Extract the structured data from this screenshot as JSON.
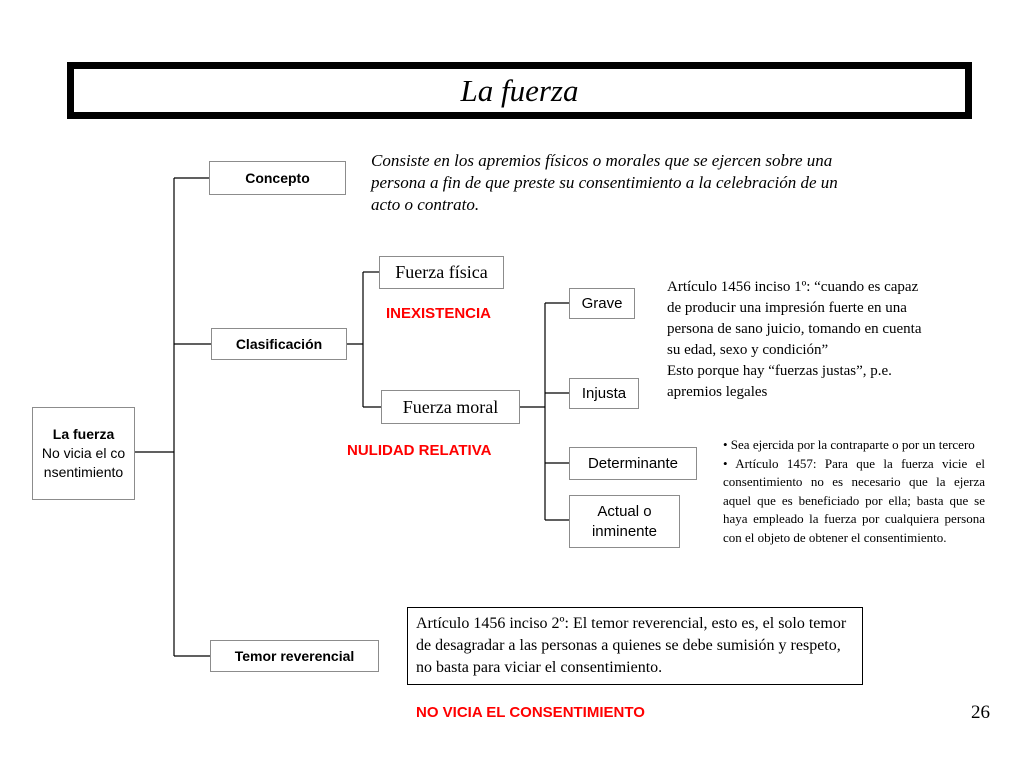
{
  "title": "La fuerza",
  "root": {
    "heading": "La fuerza",
    "body": "No vicia el consentimiento"
  },
  "nodes": {
    "concepto": "Concepto",
    "clasificacion": "Clasificación",
    "temor": "Temor reverencial",
    "fuerza_fisica": "Fuerza física",
    "fuerza_moral": "Fuerza moral",
    "grave": "Grave",
    "injusta": "Injusta",
    "determinante": "Determinante",
    "actual": "Actual o inminente"
  },
  "labels": {
    "inexistencia": "INEXISTENCIA",
    "nulidad": "NULIDAD RELATIVA",
    "no_vicia": "NO VICIA EL CONSENTIMIENTO"
  },
  "texts": {
    "concepto_def": "Consiste en los apremios físicos o morales que se ejercen sobre una persona a fin de que preste su consentimiento a la celebración de un acto o contrato.",
    "art_grave": "Artículo 1456 inciso 1º: “cuando es capaz de producir una impresión fuerte en una persona de sano juicio, tomando en cuenta su edad, sexo y condición”",
    "art_injusta": "Esto porque hay “fuerzas justas”, p.e. apremios legales",
    "bullet_1": "• Sea ejercida por la contraparte o por un tercero",
    "bullet_2": "• Artículo 1457: Para que la fuerza vicie el consentimiento no es necesario que la ejerza aquel que es beneficiado por ella; basta que se haya empleado la fuerza por cualquiera persona con el objeto de obtener el consentimiento.",
    "art_temor": "Artículo 1456 inciso 2º: El temor reverencial, esto es, el solo temor de desagradar a las personas a quienes se debe sumisión y respeto, no basta para viciar el consentimiento."
  },
  "page_number": "26",
  "colors": {
    "emphasis": "#ff0000",
    "border": "#8c8c8c",
    "line": "#000000"
  }
}
